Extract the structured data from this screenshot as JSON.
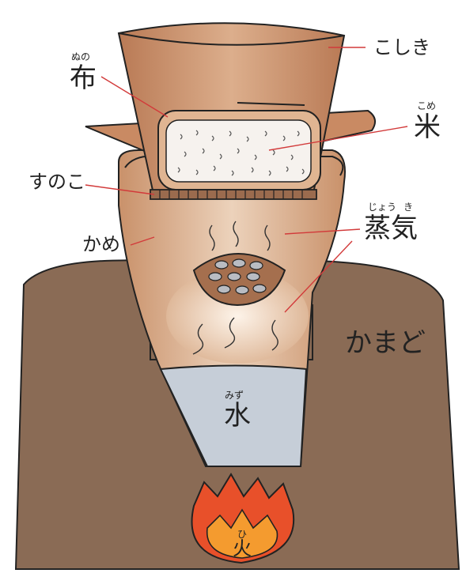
{
  "labels": {
    "koshiki": "こしき",
    "nuno_ruby": "ぬの",
    "nuno": "布",
    "kome_ruby": "こめ",
    "kome": "米",
    "sunoko": "すのこ",
    "kame": "かめ",
    "jouki_ruby_1": "じょう",
    "jouki_ruby_2": "き",
    "jouki": "蒸気",
    "kamado": "かまど",
    "mizu_ruby": "みず",
    "mizu": "水",
    "hi_ruby": "ひ",
    "hi": "火"
  },
  "colors": {
    "kamado": "#8a6b55",
    "koshiki": "#c98a63",
    "kame": "#d6a57d",
    "water": "#c6ced8",
    "fire_outer": "#e8502a",
    "fire_inner": "#f49b2f",
    "rice": "#f6f2ee",
    "leader": "#d23a3a"
  }
}
